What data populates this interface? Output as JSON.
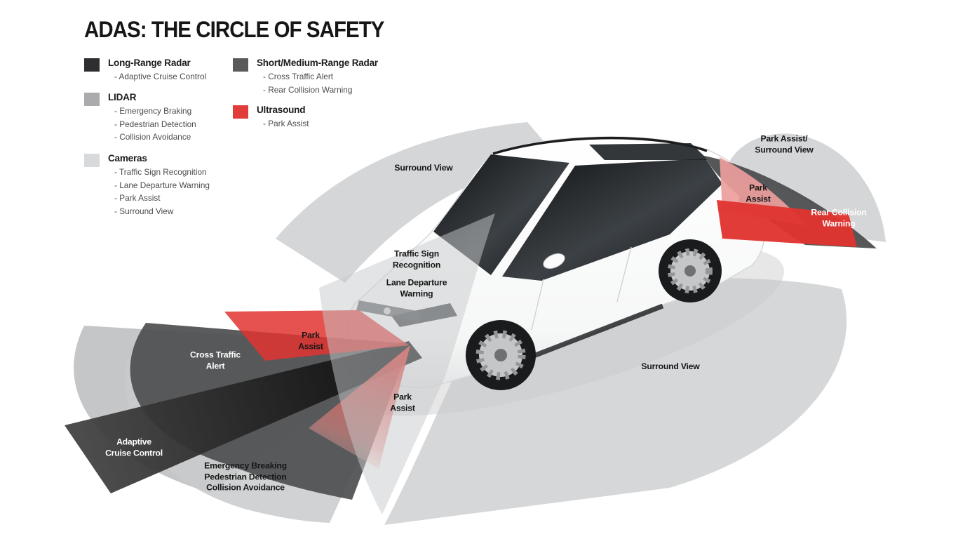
{
  "title": "ADAS: THE CIRCLE OF SAFETY",
  "legend": {
    "groups": [
      {
        "title": "Long-Range Radar",
        "color": "#2e2e30",
        "items": [
          "- Adaptive Cruise Control"
        ]
      },
      {
        "title": "LIDAR",
        "color": "#ababad",
        "items": [
          "- Emergency Braking",
          "- Pedestrian Detection",
          "- Collision Avoidance"
        ]
      },
      {
        "title": "Cameras",
        "color": "#d8d9da",
        "items": [
          "- Traffic Sign Recognition",
          "- Lane Departure Warning",
          "- Park Assist",
          "- Surround View"
        ]
      },
      {
        "title": "Short/Medium-Range Radar",
        "color": "#595a5c",
        "items": [
          "- Cross Traffic Alert",
          "- Rear Collision Warning"
        ]
      },
      {
        "title": "Ultrasound",
        "color": "#e23c3a",
        "items": [
          "- Park Assist"
        ]
      }
    ]
  },
  "diagram": {
    "labels": {
      "surround_view_top": "Surround View",
      "park_assist_surround_view": "Park Assist/\nSurround View",
      "park_assist_rear": "Park\nAssist",
      "rear_collision_warning": "Rear Collision\nWarning",
      "traffic_sign_recognition": "Traffic Sign\nRecognition",
      "lane_departure_warning": "Lane Departure\nWarning",
      "park_assist_front": "Park\nAssist",
      "cross_traffic_alert": "Cross Traffic\nAlert",
      "park_assist_lower": "Park\nAssist",
      "adaptive_cruise_control": "Adaptive\nCruise Control",
      "lidar_zone_functions": "Emergency Breaking\nPedestrian Detection\nCollision Avoidance",
      "surround_view_bottom": "Surround View"
    },
    "colors": {
      "camera_zone": "#d4d5d6",
      "camera_tint": "#c8c9cb",
      "lidar_zone": "#c9cacb",
      "radar_outer": "#8c8d8f",
      "short_medium_zone": "#4d4e50",
      "ultrasound_zone": "#e03430",
      "ultrasound_tint": "#ec9e9c",
      "shadow": "#c9cacc"
    }
  }
}
